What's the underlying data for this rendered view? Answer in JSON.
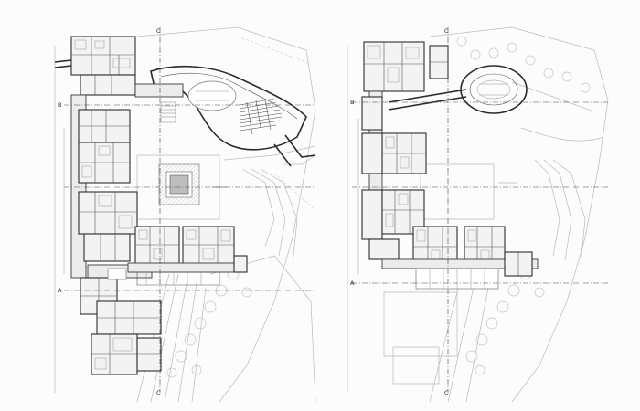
{
  "figure": {
    "background": "#fcfcfc",
    "line_color": "#2a2a2a",
    "site_line_color": "#b9b9b9"
  },
  "plans": [
    {
      "id": "plan-ground",
      "axis_labels": [
        "C",
        "B",
        "A",
        "C"
      ]
    },
    {
      "id": "plan-upper",
      "axis_labels": [
        "C",
        "B",
        "A",
        "C"
      ]
    }
  ]
}
